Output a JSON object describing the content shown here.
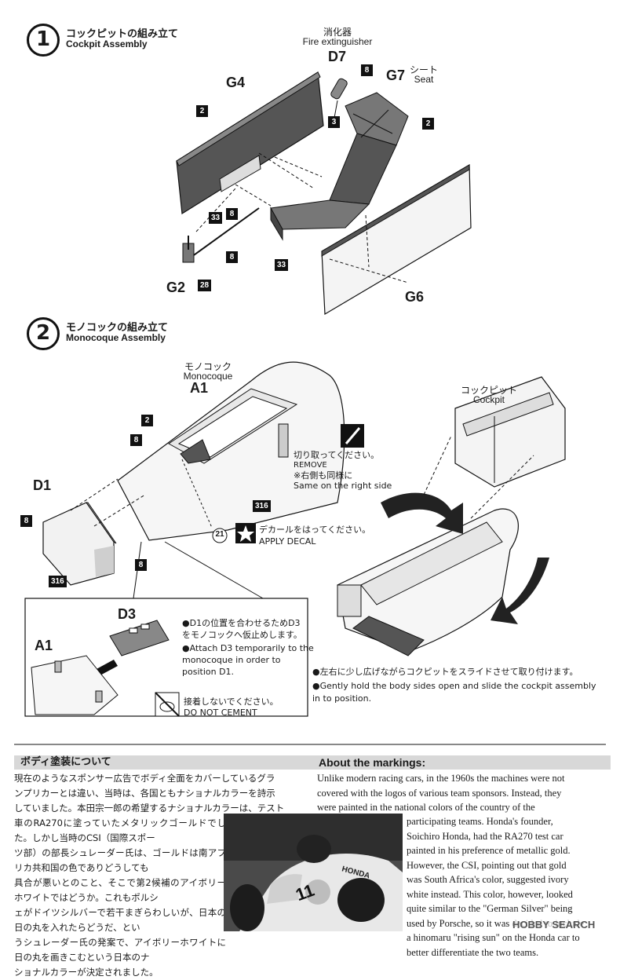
{
  "step1": {
    "number": "1",
    "title_jp": "コックピットの組み立て",
    "title_en": "Cockpit Assembly",
    "parts": {
      "g4": "G4",
      "g7": "G7",
      "g6": "G6",
      "g2": "G2",
      "d7": "D7"
    },
    "labels": {
      "extinguisher_jp": "消化器",
      "extinguisher_en": "Fire extinguisher",
      "seat_jp": "シート",
      "seat_en": "Seat"
    },
    "colors": {
      "b1": "2",
      "b2": "8",
      "b3": "3",
      "b4": "2",
      "b5": "33",
      "b6": "8",
      "b7": "8",
      "b8": "28",
      "b9": "33"
    }
  },
  "step2": {
    "number": "2",
    "title_jp": "モノコックの組み立て",
    "title_en": "Monocoque Assembly",
    "parts": {
      "a1": "A1",
      "d1": "D1",
      "d3": "D3",
      "a1b": "A1"
    },
    "labels": {
      "mono_jp": "モノコック",
      "mono_en": "Monocoque",
      "cockpit_jp": "コックピット",
      "cockpit_en": "Cockpit"
    },
    "colors": {
      "b1": "2",
      "b2": "8",
      "b3": "316",
      "b4": "8",
      "b5": "316",
      "b6": "8"
    },
    "decal_number": "21",
    "notes": {
      "remove_jp": "切り取ってください。",
      "remove_en": "REMOVE",
      "sameside_jp": "※右側も同様に",
      "sameside_en": "Same on the right side",
      "decal_jp": "デカールをはってください。",
      "decal_en": "APPLY DECAL",
      "attach_jp1": "●D1の位置を合わせるためD3",
      "attach_jp2": "をモノコックへ仮止めします。",
      "attach_en1": "●Attach D3 temporarily to the",
      "attach_en2": "monocoque in order to",
      "attach_en3": "position D1.",
      "nocement_jp": "接着しないでください。",
      "nocement_en": "DO NOT CEMENT",
      "slide_jp": "●左右に少し広げながらコクピットをスライドさせて取り付けます。",
      "slide_en1": "●Gently hold the body sides open and slide the cockpit assembly",
      "slide_en2": "in to position."
    }
  },
  "markings": {
    "title_jp": "ボディ塗装について",
    "title_en": "About the markings:",
    "photo_text": {
      "car_number": "11",
      "brand": "HONDA"
    },
    "body_jp": [
      "現在のようなスポンサー広告でボディ全面をカバーしているグラ",
      "ンプリカーとは違い、当時は、各国ともナショナルカラーを詩示",
      "していました。本田宗一郎の希望するナショナルカラーは、テスト",
      "車のRA270に塗っていたメタリックゴールドでした。しかし当時のCSI（国際スポー",
      "ツ部）の部長シュレーダー氏は、ゴールドは南アフリカ共和国の色でありどうしても",
      "具合が悪いとのこと、そこで第2候補のアイボリーホワイトではどうか。これもポルシ",
      "ェがドイツシルバーで若干まぎらわしいが、日本の日の丸を入れたらどうだ、とい",
      "うシュレーダー氏の発案で、アイボリーホワイトに日の丸を画きこむという日本のナ",
      "ショナルカラーが決定されました。"
    ],
    "body_en_top": [
      "Unlike modern racing cars, in the 1960s the machines were not",
      "covered with the logos of various team sponsors. Instead, they",
      "were painted in the national colors of the country of the"
    ],
    "body_en_side": [
      "participating teams. Honda's founder,",
      "Soichiro Honda, had the RA270 test car",
      "painted in his preference of metallic gold.",
      "However, the CSI, pointing out that gold",
      "was South Africa's color, suggested ivory",
      "white instead. This color, however, looked",
      "quite similar to the \"German Silver\" being",
      "used by Porsche, so it was decided to include",
      "a hinomaru \"rising sun\" on the Honda car to",
      "better differentiate the two teams."
    ]
  },
  "watermark": "HOBBY SEARCH"
}
